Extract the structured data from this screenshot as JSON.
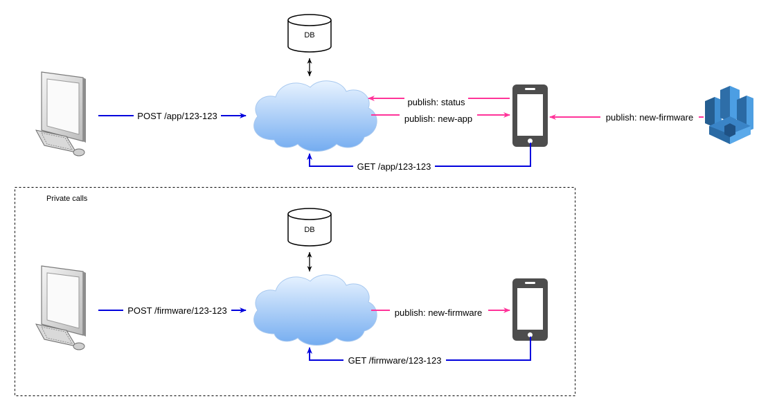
{
  "colors": {
    "blue_arrow": "#0000dd",
    "pink_arrow": "#ff3399",
    "cloud_top": "#e6f2ff",
    "cloud_bottom": "#79b2f2",
    "device_dark": "#4d4d4d",
    "aws_blue": "#3d8fd1"
  },
  "top": {
    "db_label": "DB",
    "post_label": "POST /app/123-123",
    "get_label": "GET /app/123-123",
    "publish_status": "publish: status",
    "publish_new_app": "publish: new-app",
    "publish_new_firmware": "publish: new-firmware"
  },
  "private": {
    "title": "Private calls",
    "db_label": "DB",
    "post_label": "POST /firmware/123-123",
    "get_label": "GET /firmware/123-123",
    "publish_new_firmware": "publish: new-firmware"
  },
  "icons": {
    "computer": "desktop-computer-icon",
    "cloud": "cloud-icon",
    "database": "database-icon",
    "phone": "smartphone-icon",
    "aws_iot": "aws-iot-castle-icon"
  }
}
